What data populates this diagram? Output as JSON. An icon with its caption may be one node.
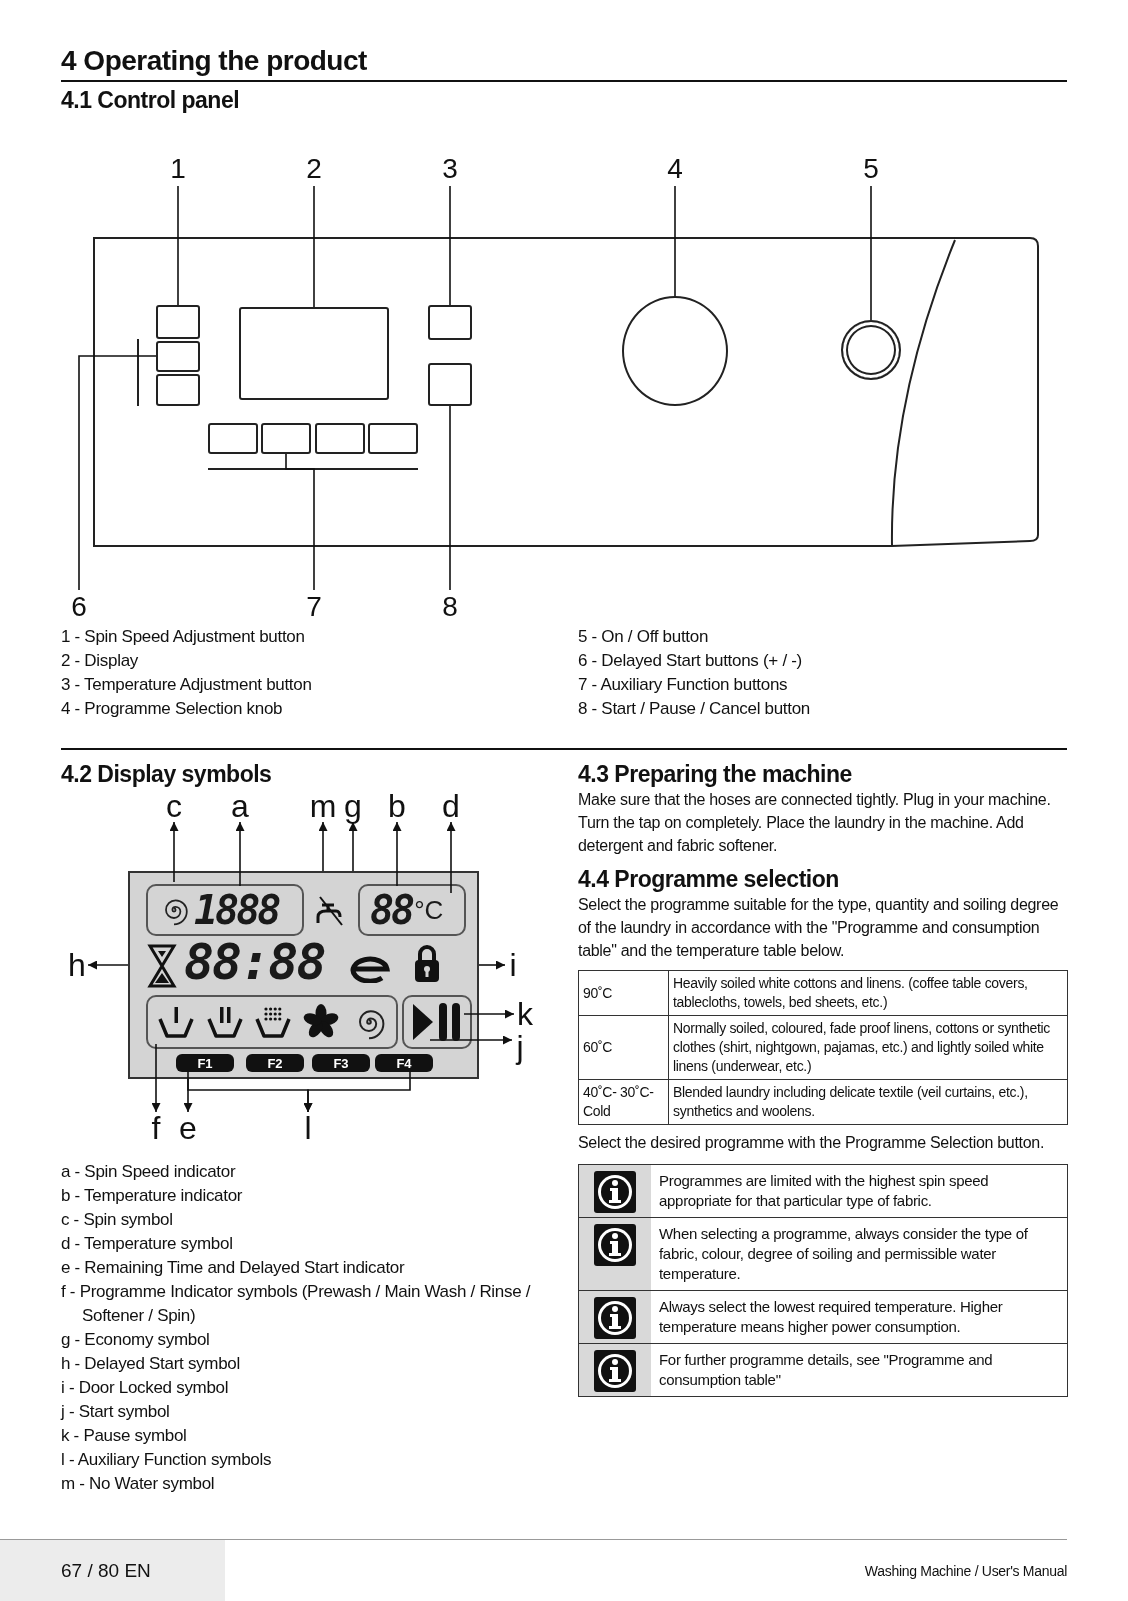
{
  "diagram": {
    "title": "4 Operating the product",
    "nodes": [
      {
        "text": [
          "1"
        ]
      },
      {
        "text": [
          "2"
        ]
      },
      {
        "text": [
          "3"
        ]
      },
      {
        "text": [
          "4"
        ]
      },
      {
        "text": [
          "5"
        ]
      },
      {
        "text": [],
        "shape": "box"
      },
      {
        "text": [],
        "shape": "box"
      },
      {
        "text": [],
        "shape": "box"
      },
      {
        "text": [],
        "shape": "circle"
      },
      {
        "text": [],
        "shape": "circle"
      },
      {
        "text": [],
        "shape": "box"
      },
      {
        "text": [],
        "shape": "box"
      },
      {
        "text": [],
        "shape": "box"
      },
      {
        "text": [],
        "shape": "box"
      },
      {
        "text": [],
        "shape": "box"
      },
      {
        "text": [],
        "shape": "box"
      },
      {
        "text": [],
        "shape": "box"
      },
      {
        "text": [
          "6"
        ]
      },
      {
        "text": [
          "7"
        ]
      },
      {
        "text": [
          "8"
        ]
      },
      {
        "text": [
          "c"
        ]
      },
      {
        "text": [
          "a"
        ]
      },
      {
        "text": [
          "m"
        ]
      },
      {
        "text": [
          "g"
        ]
      },
      {
        "text": [
          "b"
        ]
      },
      {
        "text": [
          "d"
        ]
      },
      {
        "text": [
          "88:88"
        ]
      },
      {
        "text": [
          "1888"
        ],
        "in": 26
      },
      {
        "text": [
          "88",
          "°C"
        ],
        "in": 26
      },
      {
        "text": [
          "h"
        ]
      },
      {
        "text": [
          "i"
        ]
      },
      {
        "text": [],
        "shape": "box",
        "in": 26
      },
      {
        "text": [],
        "shape": "box",
        "in": 26
      },
      {
        "text": [
          "k"
        ]
      },
      {
        "text": [
          "j"
        ]
      },
      {
        "text": [
          "F1"
        ],
        "in": 26
      },
      {
        "text": [
          "F2"
        ],
        "in": 26
      },
      {
        "text": [
          "F3"
        ],
        "in": 26
      },
      {
        "text": [
          "F4"
        ],
        "in": 26
      },
      {
        "text": [
          "f"
        ]
      },
      {
        "text": [
          "e"
        ]
      },
      {
        "text": [
          "l"
        ]
      }
    ],
    "edges": [
      {
        "from": 0,
        "to": 5,
        "arrow": "none"
      },
      {
        "from": 1,
        "to": 6,
        "arrow": "none"
      },
      {
        "from": 2,
        "to": 7,
        "arrow": "none"
      },
      {
        "from": 3,
        "to": 8,
        "arrow": "none"
      },
      {
        "from": 4,
        "to": 9,
        "arrow": "none"
      },
      {
        "from": 17,
        "to": 10,
        "arrow": "none"
      },
      {
        "from": 18,
        "to": 14,
        "arrow": "none"
      },
      {
        "from": 19,
        "to": 11,
        "arrow": "none"
      },
      {
        "from": 27,
        "to": 20,
        "arrow": "to"
      },
      {
        "from": 27,
        "to": 21,
        "arrow": "to"
      },
      {
        "from": 26,
        "to": 22,
        "arrow": "to"
      },
      {
        "from": 26,
        "to": 23,
        "arrow": "to"
      },
      {
        "from": 28,
        "to": 24,
        "arrow": "to"
      },
      {
        "from": 28,
        "to": 25,
        "arrow": "to"
      },
      {
        "from": 26,
        "to": 29,
        "arrow": "to"
      },
      {
        "from": 26,
        "to": 30,
        "arrow": "to"
      },
      {
        "from": 32,
        "to": 33,
        "arrow": "to"
      },
      {
        "from": 32,
        "to": 34,
        "arrow": "to"
      },
      {
        "from": 31,
        "to": 39,
        "arrow": "to"
      },
      {
        "from": 26,
        "to": 40,
        "arrow": "to"
      },
      {
        "from": 35,
        "to": 41,
        "arrow": "to"
      },
      {
        "from": 38,
        "to": 41,
        "arrow": "to"
      }
    ],
    "labels": [
      "4.1 Control panel",
      "1 - Spin Speed Adjustment button",
      "2 - Display",
      "3 - Temperature Adjustment button",
      "4 - Programme Selection knob",
      "5 - On / Off button",
      "6 - Delayed Start buttons (+ / -)",
      "7 - Auxiliary Function buttons",
      "8 - Start / Pause / Cancel button",
      "4.2 Display symbols",
      "a - Spin Speed indicator",
      "b - Temperature indicator",
      "c - Spin symbol",
      "d - Temperature symbol",
      "e - Remaining Time and Delayed Start indicator",
      "f - Programme Indicator symbols (Prewash / Main Wash / Rinse / Softener / Spin)",
      "g - Economy symbol",
      "h - Delayed Start symbol",
      "i - Door Locked symbol",
      "j - Start symbol",
      "k - Pause symbol",
      "l - Auxiliary Function symbols",
      "m - No Water symbol",
      "4.3 Preparing the machine",
      "Make sure that the hoses are connected tightly. Plug in your machine. Turn the tap on completely. Place the laundry in the machine. Add detergent and fabric softener.",
      "4.4 Programme selection",
      "Select the programme suitable for the type, quantity and soiling degree of the laundry in accordance with the \"Programme and consumption table\" and the temperature table below.",
      "90˚C",
      "Heavily soiled white cottons and linens. (coffee table covers, tablecloths, towels, bed sheets, etc.)",
      "60˚C",
      "Normally soiled, coloured, fade proof linens, cottons or synthetic clothes (shirt, nightgown, pajamas, etc.) and lightly soiled white linens (underwear, etc.)",
      "40˚C- 30˚C- Cold",
      "Blended laundry including delicate textile (veil curtains, etc.), synthetics and woolens.",
      "Select the desired programme with the Programme Selection button.",
      "Programmes are limited with the highest spin speed appropriate for that particular type of fabric.",
      "When selecting a programme, always consider the type of fabric, colour, degree of soiling and permissible water temperature.",
      "Always select the lowest required temperature. Higher temperature means higher power consumption.",
      "For further programme details, see \"Programme and consumption table\"",
      "67 / 80 EN",
      "Washing Machine / User's Manual"
    ]
  }
}
